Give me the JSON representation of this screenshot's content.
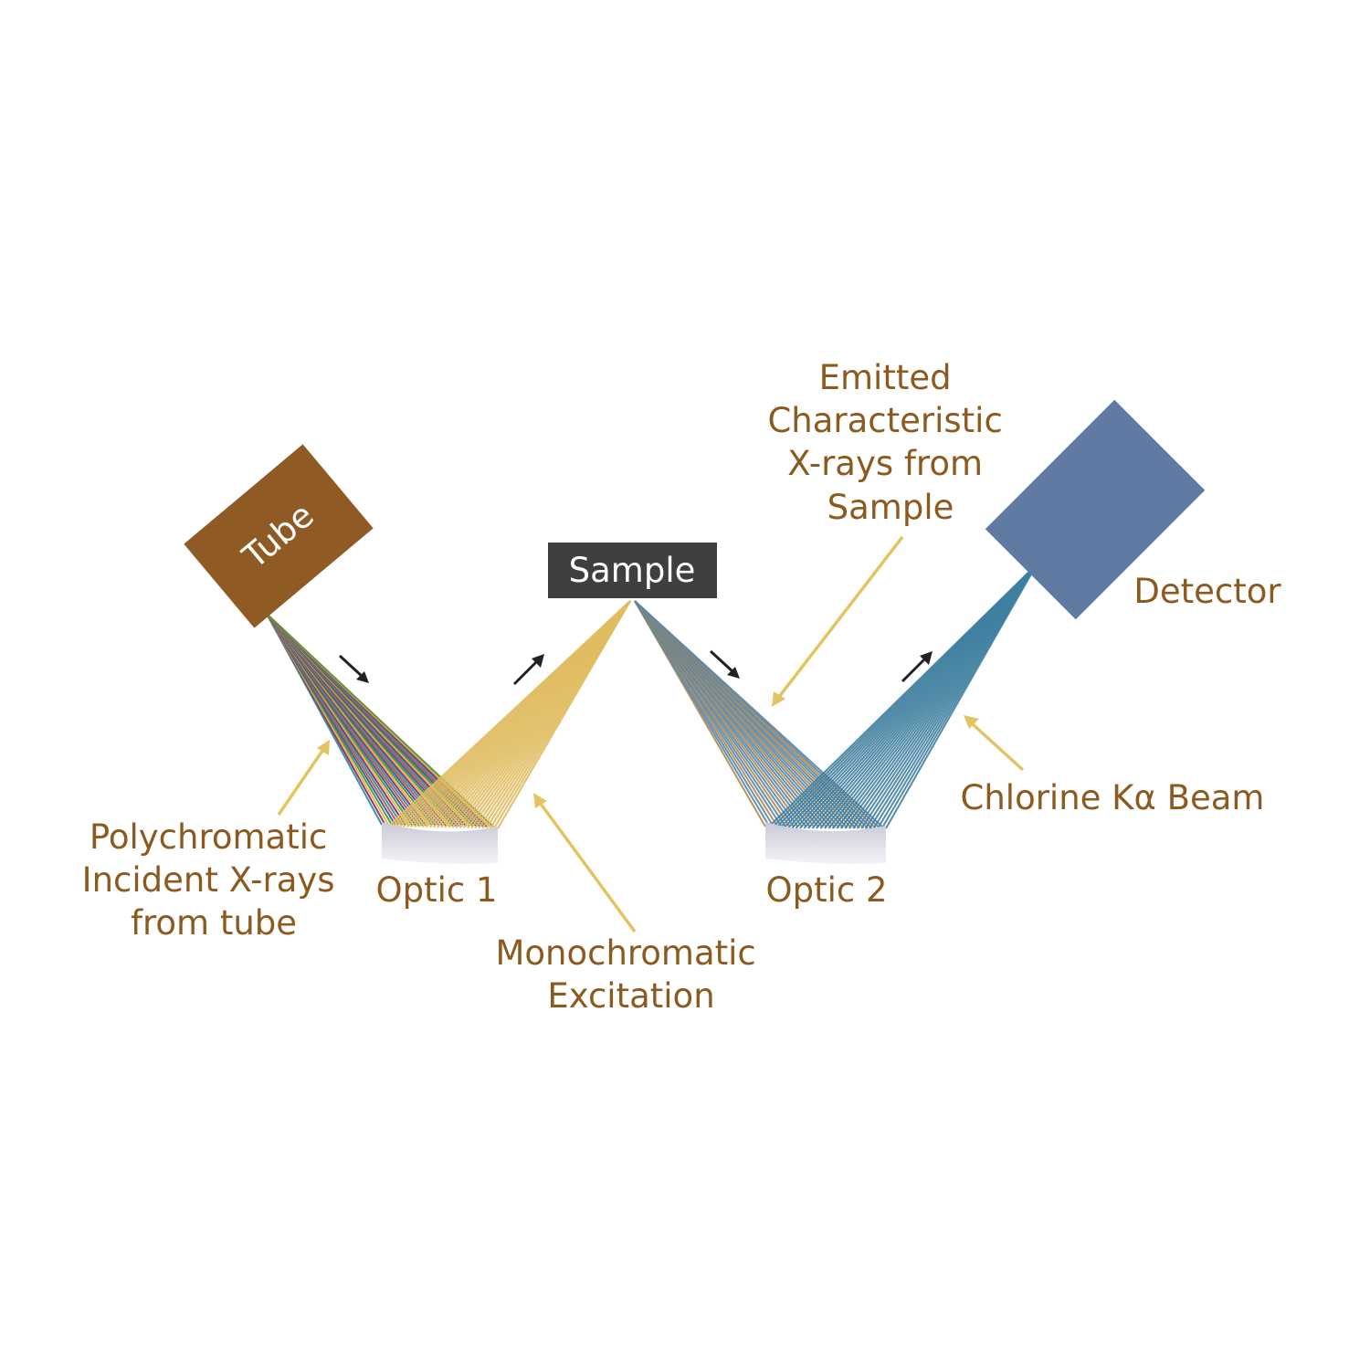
{
  "components": {
    "tube": "Tube",
    "sample": "Sample",
    "detector": "Detector",
    "optic1": "Optic 1",
    "optic2": "Optic 2"
  },
  "annotations": {
    "polychromatic": [
      "Polychromatic",
      "Incident X-rays",
      "from tube"
    ],
    "monochromatic": [
      "Monochromatic",
      "Excitation"
    ],
    "emitted": [
      "Emitted",
      "Characteristic",
      "X-rays from",
      "Sample"
    ],
    "chlorine_prefix": "Chlorine K",
    "chlorine_symbol": "α",
    "chlorine_suffix": " Beam"
  },
  "colors": {
    "label_text": "#8c5a1e",
    "tube": "#8f5a23",
    "sample_box": "#3f3e40",
    "detector": "#5f7aa3",
    "pointer": "#e3c462",
    "mono_beam": "#e0bc62",
    "emitted_beam": "#5b86a6",
    "chlorine_beam": "#3f7fa0",
    "poly_beam": [
      "#2f8fa0",
      "#8a2a6a",
      "#e0b04a",
      "#5a8f3a",
      "#2a5f9f",
      "#c0504a"
    ]
  }
}
